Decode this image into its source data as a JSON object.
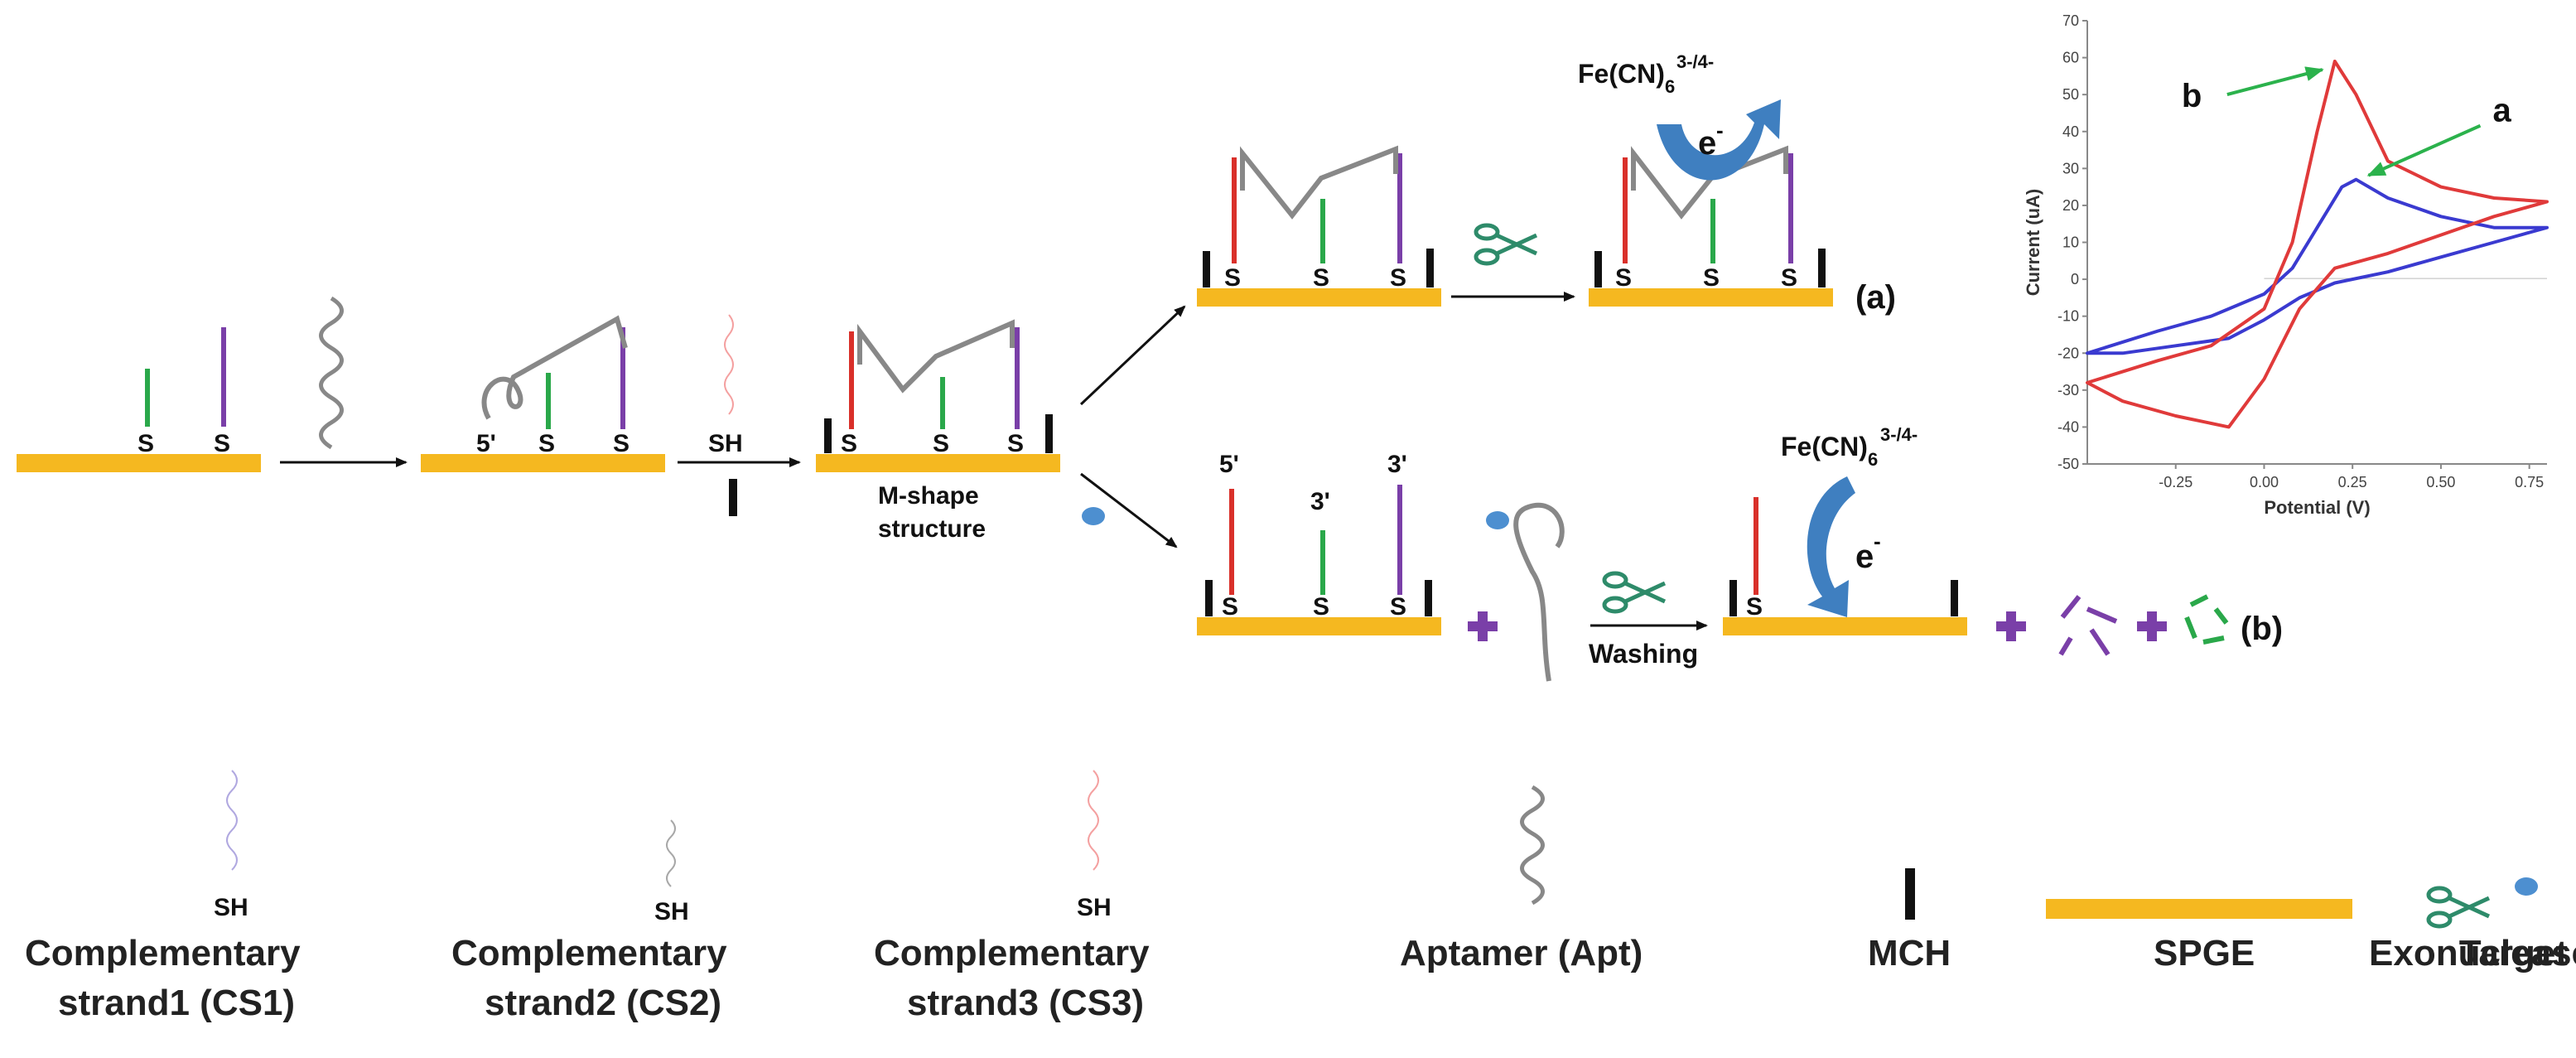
{
  "labels": {
    "sulfur": "S",
    "five_prime": "5'",
    "three_prime": "3'",
    "sh": "SH",
    "m_shape_line1": "M-shape",
    "m_shape_line2": "structure",
    "washing": "Washing",
    "ferri_base": "Fe(CN)",
    "ferri_sub": "6",
    "ferri_sup": "3-/4-",
    "electron": "e",
    "electron_sup": "-",
    "path_a": "(a)",
    "path_b": "(b)",
    "plus": "+"
  },
  "legend": [
    {
      "id": "cs1",
      "label_sh": "SH",
      "line1": "Complementary",
      "line2": "strand1 (CS1)"
    },
    {
      "id": "cs2",
      "label_sh": "SH",
      "line1": "Complementary",
      "line2": "strand2 (CS2)"
    },
    {
      "id": "cs3",
      "label_sh": "SH",
      "line1": "Complementary",
      "line2": "strand3 (CS3)"
    },
    {
      "id": "apt",
      "line1": "Aptamer (Apt)"
    },
    {
      "id": "mch",
      "line1": "MCH"
    },
    {
      "id": "spge",
      "line1": "SPGE"
    },
    {
      "id": "exo",
      "line1": "Exonuclease I"
    },
    {
      "id": "target",
      "line1": "Target"
    }
  ],
  "colors": {
    "electrode": "#f5b820",
    "cs1": "#7a3fa8",
    "cs2": "#2aa84a",
    "cs3": "#d9302a",
    "aptamer": "#888888",
    "mch": "#111111",
    "target": "#4d8fd0",
    "scissors": "#2e8b6a",
    "plus": "#7a3fa8",
    "electron_arrow": "#3f7fc0",
    "curve_a": "#3a3ad0",
    "curve_b": "#e03a3a",
    "pointer": "#2bb24c"
  },
  "chart_data": {
    "type": "line",
    "xlabel": "Potential (V)",
    "ylabel": "Current (uA)",
    "xlim": [
      -0.5,
      0.8
    ],
    "ylim": [
      -50,
      70
    ],
    "x_ticks": [
      "-0.25",
      "0.00",
      "0.25",
      "0.50",
      "0.75"
    ],
    "y_ticks": [
      "70",
      "60",
      "50",
      "40",
      "30",
      "20",
      "10",
      "0",
      "-10",
      "-20",
      "-30",
      "-40",
      "-50"
    ],
    "series": [
      {
        "name": "a",
        "color": "#3a3ad0",
        "x": [
          -0.5,
          -0.3,
          -0.15,
          0.0,
          0.08,
          0.15,
          0.22,
          0.26,
          0.35,
          0.5,
          0.65,
          0.8,
          0.65,
          0.5,
          0.35,
          0.2,
          0.1,
          0.0,
          -0.1,
          -0.25,
          -0.4,
          -0.5
        ],
        "y": [
          -20,
          -14,
          -10,
          -4,
          3,
          14,
          25,
          27,
          22,
          17,
          14,
          14,
          10,
          6,
          2,
          -1,
          -5,
          -11,
          -16,
          -18,
          -20,
          -20
        ]
      },
      {
        "name": "b",
        "color": "#e03a3a",
        "x": [
          -0.5,
          -0.3,
          -0.15,
          0.0,
          0.08,
          0.15,
          0.2,
          0.26,
          0.35,
          0.5,
          0.65,
          0.8,
          0.65,
          0.5,
          0.35,
          0.2,
          0.1,
          0.0,
          -0.1,
          -0.25,
          -0.4,
          -0.5
        ],
        "y": [
          -28,
          -22,
          -18,
          -8,
          10,
          40,
          59,
          50,
          32,
          25,
          22,
          21,
          17,
          12,
          7,
          3,
          -8,
          -27,
          -40,
          -37,
          -33,
          -28
        ]
      }
    ],
    "annotations": [
      "a",
      "b"
    ]
  }
}
